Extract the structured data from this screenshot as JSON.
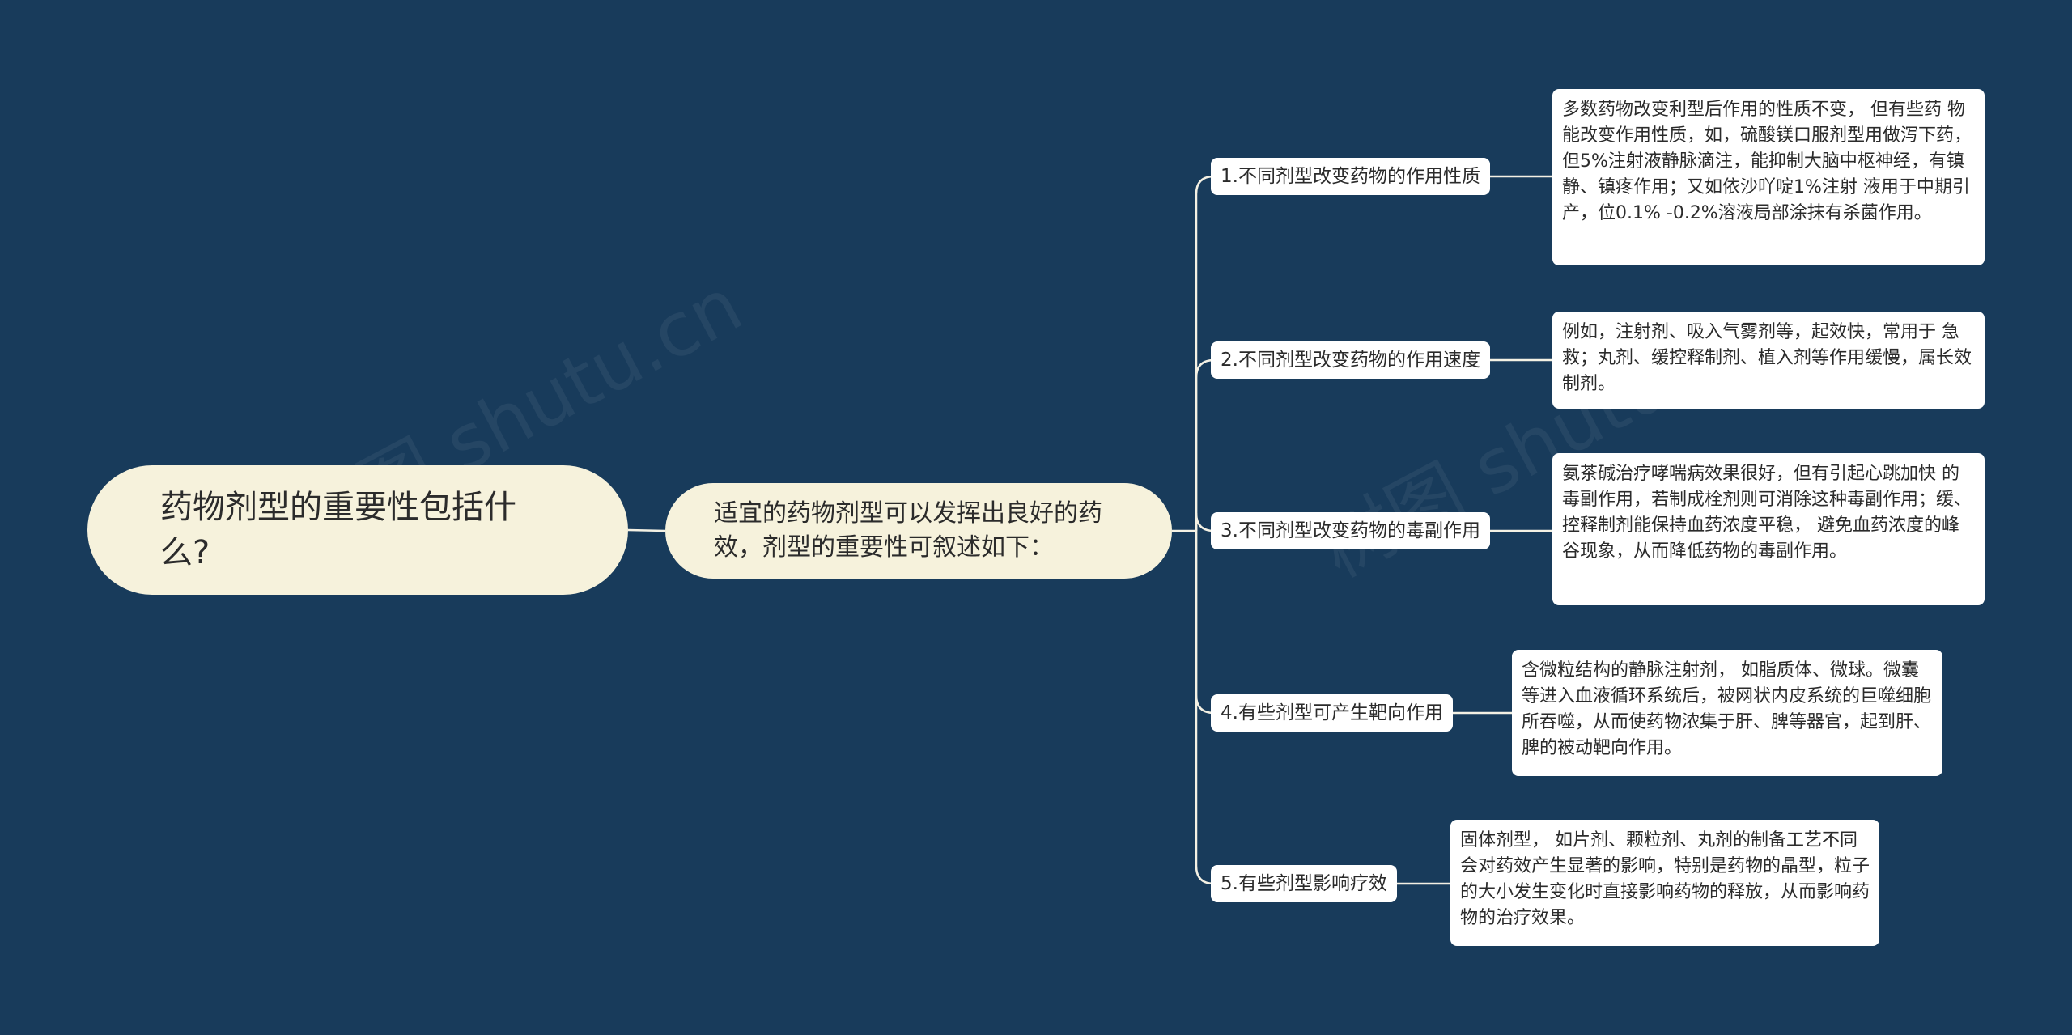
{
  "root": {
    "text": "药物剂型的重要性包括什么?"
  },
  "summary": {
    "text": "适宜的药物剂型可以发挥出良好的药效，剂型的重要性可叙述如下："
  },
  "branches": [
    {
      "label": "1.不同剂型改变药物的作用性质",
      "detail": "多数药物改变利型后作用的性质不变，  但有些药 物能改变作用性质，如，硫酸镁口服剂型用做泻下药，但5%注射液静脉滴注，能抑制大脑中枢神经，有镇静、镇疼作用；又如依沙吖啶1%注射 液用于中期引产，位0.1% -0.2%溶液局部涂抹有杀菌作用。"
    },
    {
      "label": "2.不同剂型改变药物的作用速度",
      "detail": "例如，注射剂、吸入气雾剂等，起效快，常用于 急救；丸剂、缓控释制剂、植入剂等作用缓慢，属长效制剂。"
    },
    {
      "label": "3.不同剂型改变药物的毒副作用",
      "detail": "氨茶碱治疗哮喘病效果很好，但有引起心跳加快 的毒副作用，若制成栓剂则可消除这种毒副作用；缓、控释制剂能保持血药浓度平稳， 避免血药浓度的峰谷现象，从而降低药物的毒副作用。"
    },
    {
      "label": "4.有些剂型可产生靶向作用",
      "detail": "含微粒结构的静脉注射剂，  如脂质体、微球。微囊等进入血液循环系统后，被网状内皮系统的巨噬细胞所吞噬，从而使药物浓集于肝、脾等器官，起到肝、脾的被动靶向作用。"
    },
    {
      "label": "5.有些剂型影响疗效",
      "detail": "固体剂型，  如片剂、颗粒剂、丸剂的制备工艺不同会对药效产生显著的影响，特别是药物的晶型，粒子的大小发生变化时直接影响药物的释放，从而影响药物的治疗效果。"
    }
  ],
  "watermarks": [
    "树图 shutu.cn",
    "树图 shutu.cn"
  ],
  "colors": {
    "background": "#183b5b",
    "node_fill": "#f6f2dc",
    "box_fill": "#ffffff",
    "connector": "#f4f1e4"
  }
}
